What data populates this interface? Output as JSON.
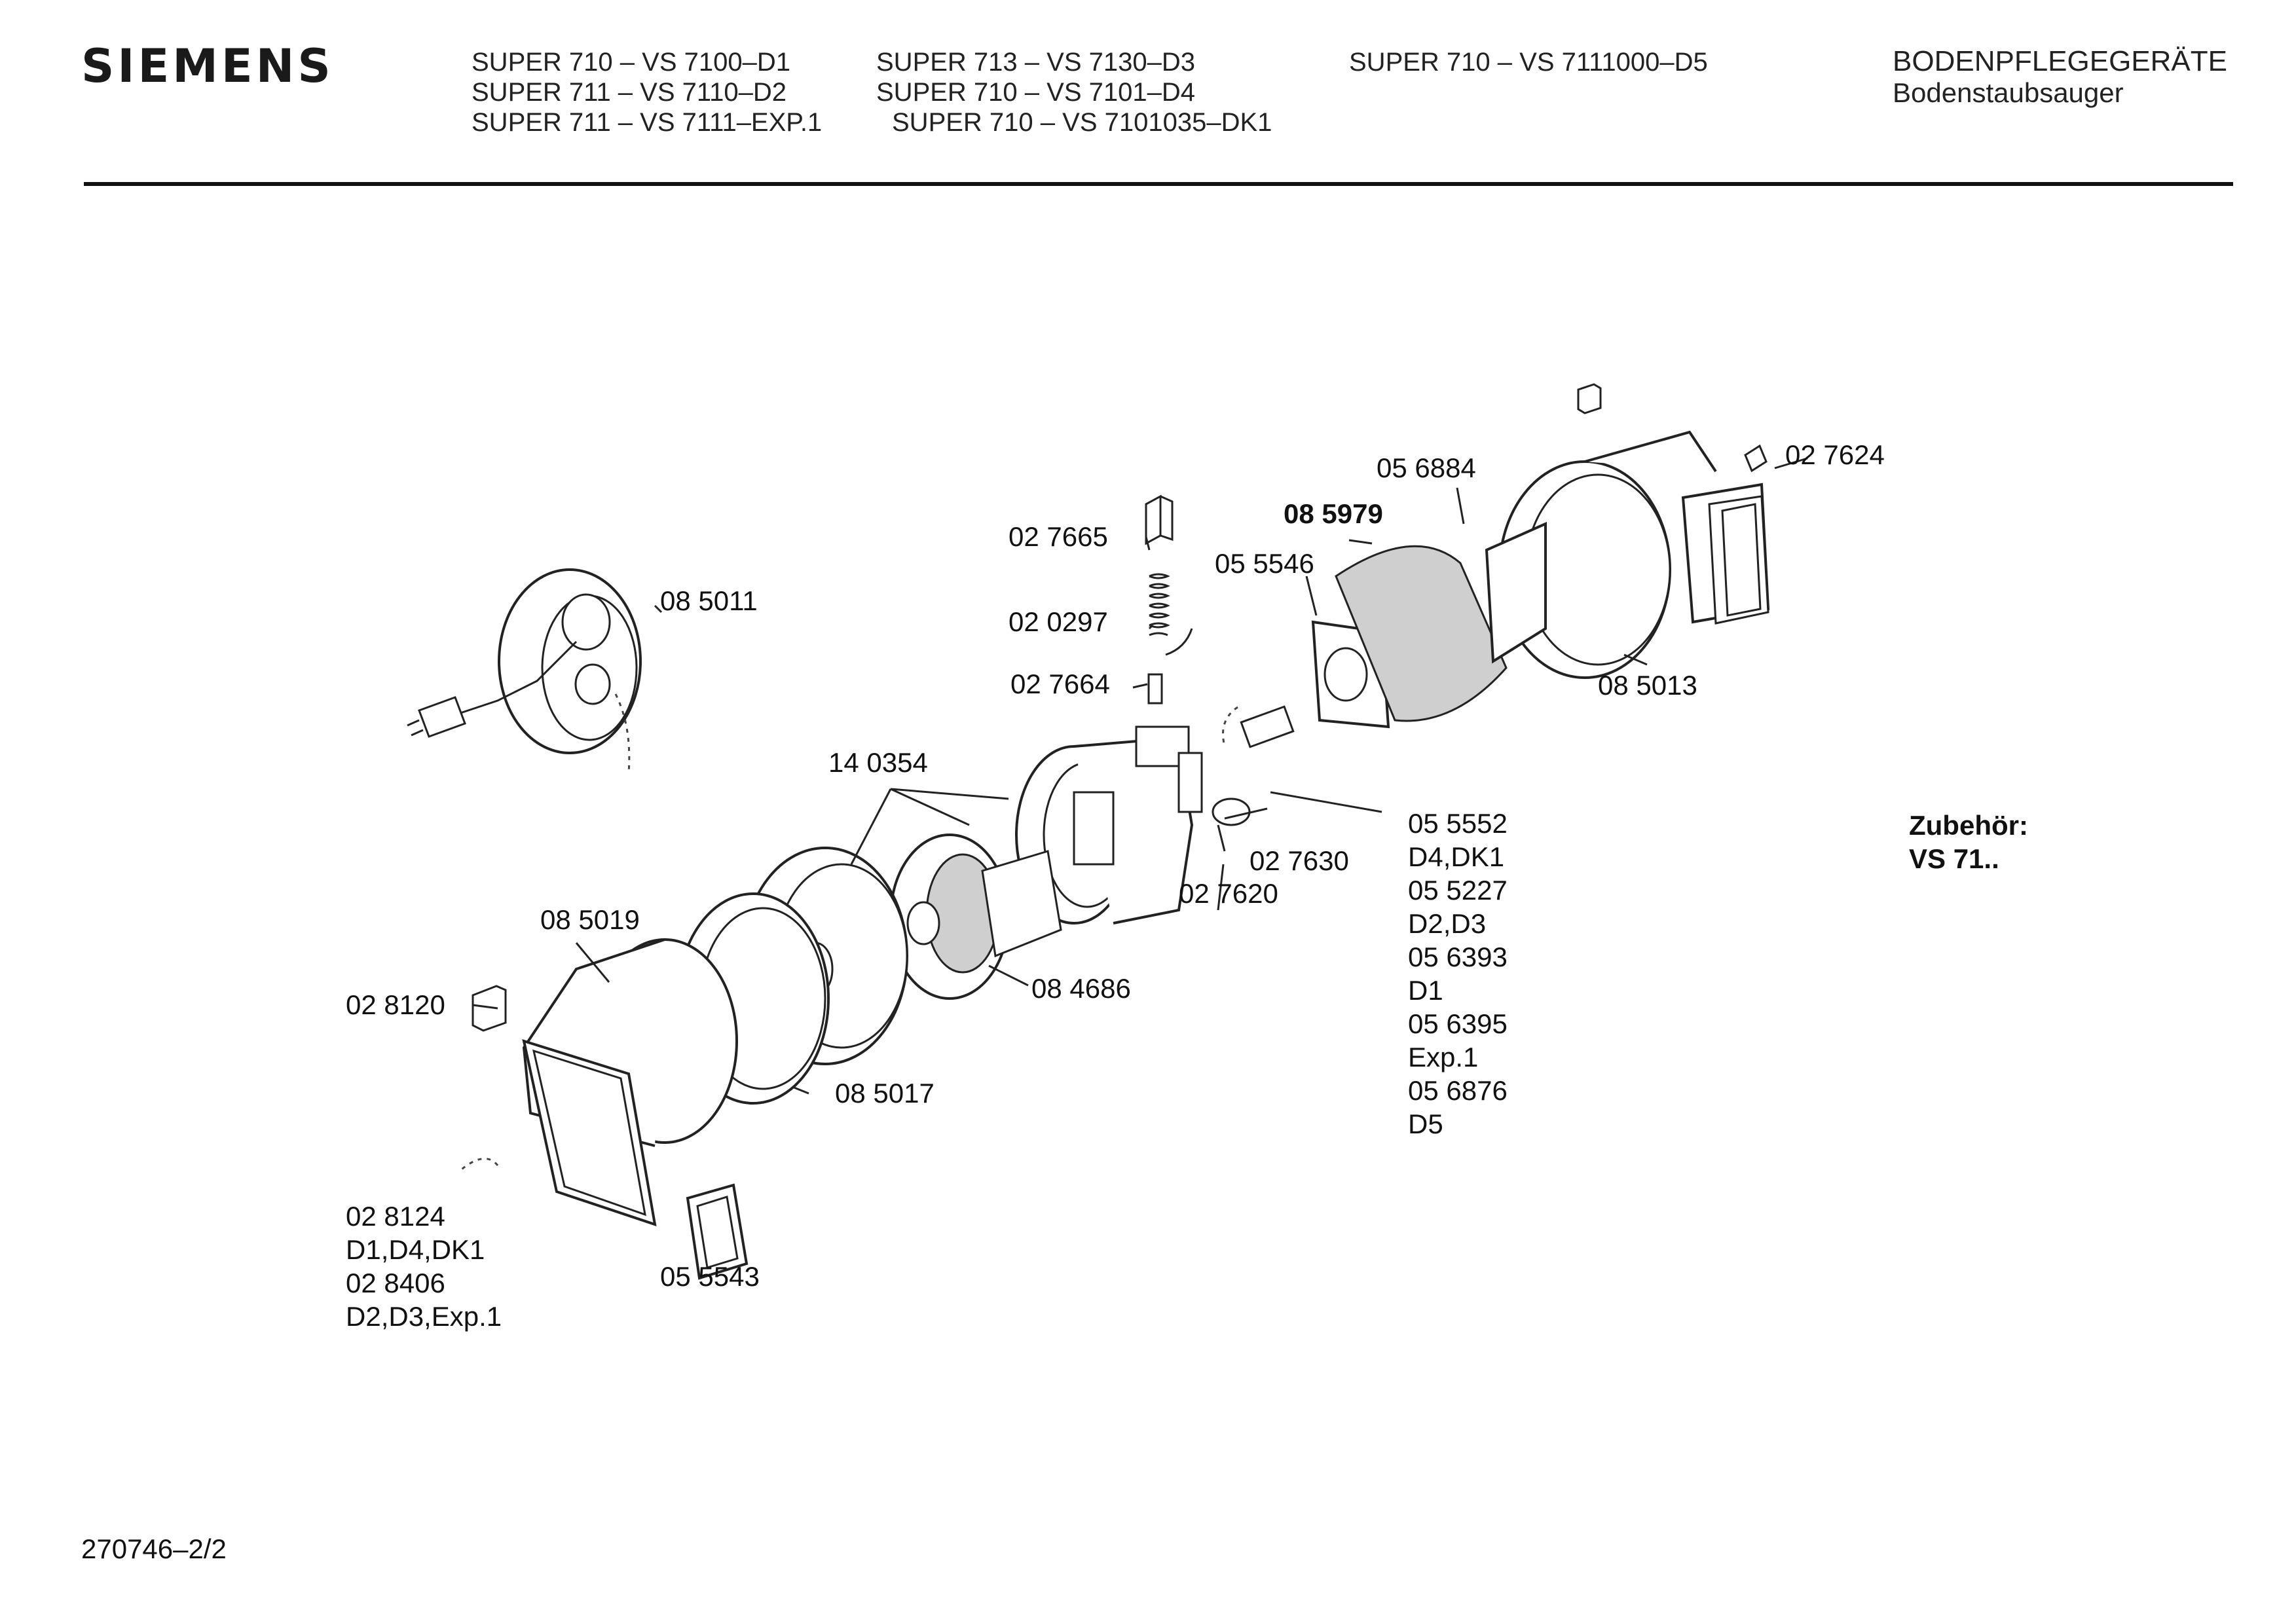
{
  "header": {
    "brand": "SIEMENS",
    "models_col1": [
      "SUPER 710 – VS 7100–D1",
      "SUPER 711 – VS 7110–D2",
      "SUPER 711 – VS 7111–EXP.1"
    ],
    "models_col2": [
      "SUPER 713 – VS 7130–D3",
      "SUPER 710 – VS 7101–D4",
      "SUPER 710 – VS 7101035–DK1"
    ],
    "models_col3": [
      "SUPER 710 – VS 7111000–D5"
    ],
    "category_title": "BODENPFLEGEGERÄTE",
    "category_subtitle": "Bodenstaubsauger"
  },
  "labels": {
    "p_085011": "08 5011",
    "p_027665": "02 7665",
    "p_020297": "02 0297",
    "p_027664": "02 7664",
    "p_140354": "14 0354",
    "p_056884": "05 6884",
    "p_085979": "08 5979",
    "p_055546": "05 5546",
    "p_027624": "02 7624",
    "p_085013": "08 5013",
    "p_085019": "08 5019",
    "p_028120": "02 8120",
    "p_084686": "08 4686",
    "p_085017": "08 5017",
    "p_027630": "02 7630",
    "p_027620": "02 7620",
    "p_055543": "05 5543"
  },
  "variant_list_right": [
    "05 5552",
    "D4,DK1",
    "05 5227",
    "D2,D3",
    "05 6393",
    "D1",
    "05 6395",
    "Exp.1",
    "05 6876",
    "D5"
  ],
  "variant_list_left": [
    "02 8124",
    "D1,D4,DK1",
    "02 8406",
    "D2,D3,Exp.1"
  ],
  "accessories": {
    "title": "Zubehör:",
    "model": "VS 71.."
  },
  "footer": {
    "doc_number": "270746–2/2"
  }
}
